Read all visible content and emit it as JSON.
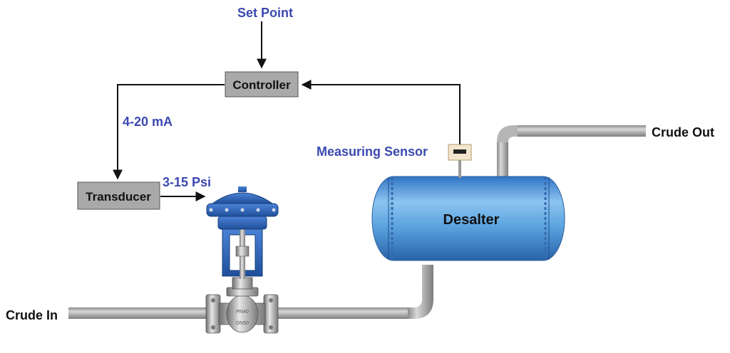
{
  "labels": {
    "set_point": "Set Point",
    "controller": "Controller",
    "signal_ma": "4-20 mA",
    "transducer": "Transducer",
    "signal_psi": "3-15 Psi",
    "measuring_sensor": "Measuring Sensor",
    "desalter": "Desalter",
    "crude_in": "Crude In",
    "crude_out": "Crude Out"
  },
  "valve_marks": {
    "top": "PN40",
    "bottom": "DN50"
  },
  "colors": {
    "label_blue": "#3b49b0",
    "box_gray": "#a9a9a9",
    "pipe_gray": "#a6a6a6",
    "vessel_blue": "#5aa3df",
    "actuator_blue": "#2f5fb0"
  }
}
